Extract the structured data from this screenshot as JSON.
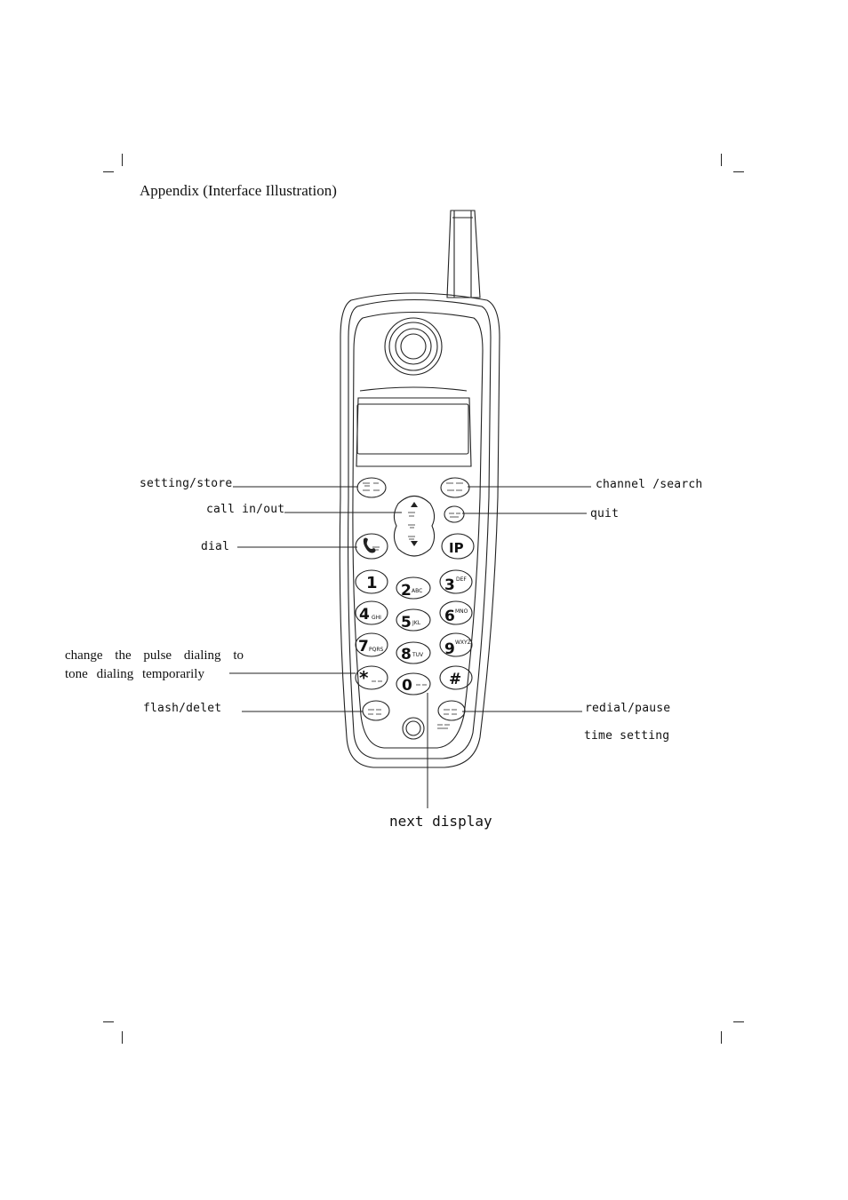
{
  "title": "Appendix (Interface Illustration)",
  "labels": {
    "setting_store": "setting/store",
    "call_in_out": "call in/out",
    "dial": "dial",
    "change_pulse_line1": "change the pulse dialing to",
    "change_pulse_line2": "tone dialing temporarily",
    "flash_delet": "flash/delet",
    "channel_search": "channel /search",
    "quit": "quit",
    "redial_pause": "redial/pause",
    "time_setting": "time setting",
    "next_display": "next display"
  },
  "keys": {
    "k1": "1",
    "k2": "2",
    "k2_sub": "ABC",
    "k3": "3",
    "k3_sub": "DEF",
    "k4": "4",
    "k4_sub": "GHI",
    "k5": "5",
    "k5_sub": "JKL",
    "k6": "6",
    "k6_sub": "MNO",
    "k7": "7",
    "k7_sub": "PQRS",
    "k8": "8",
    "k8_sub": "TUV",
    "k9": "9",
    "k9_sub": "WXYZ",
    "kstar": "*",
    "k0": "0",
    "khash": "#",
    "kip": "IP"
  }
}
